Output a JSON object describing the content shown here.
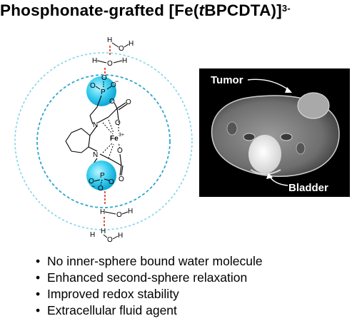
{
  "title": {
    "prefix": "Phosphonate-grafted [Fe(",
    "italic": "t",
    "middle": "BPCDTA)]",
    "charge": "3-"
  },
  "molecule": {
    "water_label_h": "H",
    "water_label_o": "O",
    "phosphorus_label": "P",
    "oxygen_label": "O",
    "nitrogen_label": "N",
    "iron_label": "Fe",
    "iron_charge": "3+",
    "minus_sign": "−",
    "colors": {
      "ring": "#5bc6e0",
      "sphere": "#22c3ee",
      "hbond": "#e8402c"
    }
  },
  "mri": {
    "tumor_label": "Tumor",
    "bladder_label": "Bladder"
  },
  "bullets": [
    "No inner-sphere bound water molecule",
    "Enhanced second-sphere relaxation",
    "Improved redox stability",
    "Extracellular fluid agent"
  ]
}
